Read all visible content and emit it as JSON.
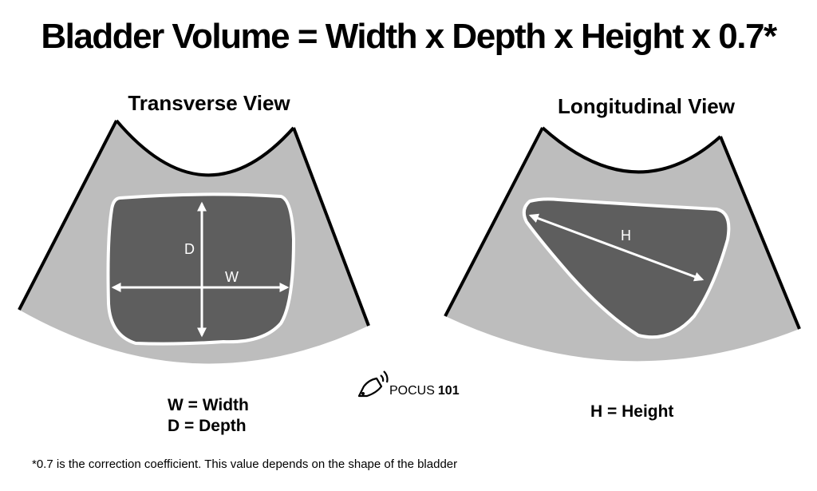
{
  "title": "Bladder Volume = Width x Depth x Height x 0.7*",
  "transverse": {
    "label": "Transverse View",
    "depth_marker": "D",
    "width_marker": "W",
    "legend": [
      "W = Width",
      "D = Depth"
    ]
  },
  "longitudinal": {
    "label": "Longitudinal View",
    "height_marker": "H",
    "legend": [
      "H = Height"
    ]
  },
  "logo": {
    "text": "POCUS",
    "number": "101",
    "icon": "ultrasound-probe-icon"
  },
  "footnote": "*0.7 is the correction coefficient. This value depends on the shape of the bladder",
  "colors": {
    "tissue": "#bdbdbd",
    "bladder": "#5e5e5e",
    "outline": "#000000",
    "bladder_border": "#ffffff"
  }
}
